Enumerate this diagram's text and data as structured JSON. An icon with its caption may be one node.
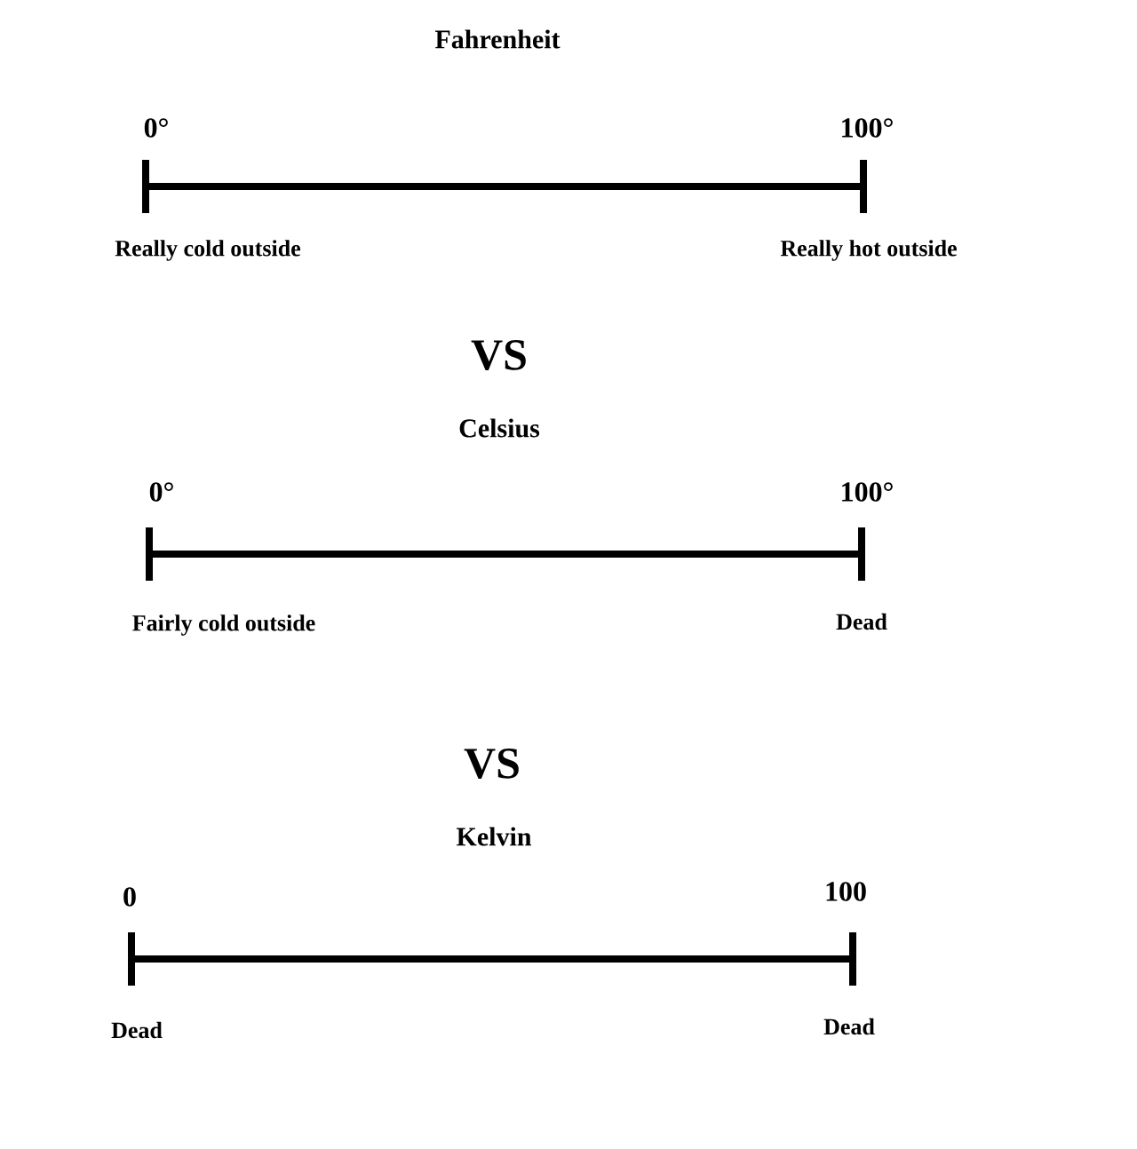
{
  "diagram": {
    "labels": [
      "Fahrenheit",
      "0°",
      "100°",
      "Really cold outside",
      "Really hot outside",
      "VS",
      "Celsius",
      "0°",
      "100°",
      "Fairly cold outside",
      "Dead",
      "VS",
      "Kelvin",
      "0",
      "100",
      "Dead",
      "Dead"
    ]
  }
}
